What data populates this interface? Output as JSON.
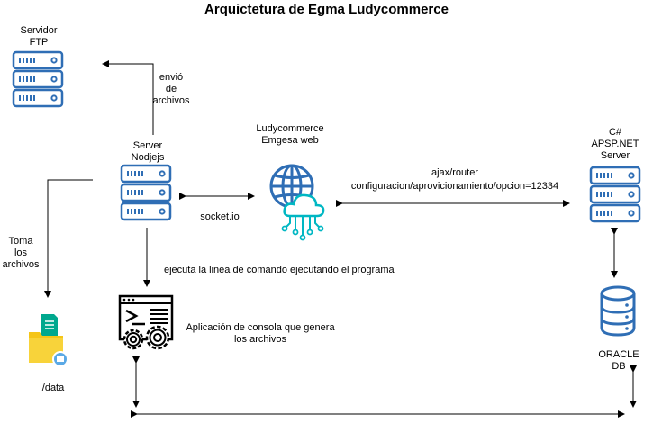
{
  "title": "Arquictetura de Egma Ludycommerce",
  "nodes": {
    "ftp": {
      "label_line1": "Servidor",
      "label_line2": "FTP"
    },
    "node_server": {
      "label_line1": "Server",
      "label_line2": "Nodjejs"
    },
    "web": {
      "label_line1": "Ludycommerce",
      "label_line2": "Emgesa web"
    },
    "aspnet": {
      "label_line1": "C#",
      "label_line2": "APSP.NET",
      "label_line3": "Server"
    },
    "console_app": {
      "label_line1": "Aplicación de consola que genera",
      "label_line2": "los archivos"
    },
    "oracle": {
      "label_line1": "ORACLE",
      "label_line2": "DB"
    },
    "data_folder": {
      "label": "/data"
    }
  },
  "edges": {
    "send_files": {
      "line1": "envió",
      "line2": "de",
      "line3": "archivos"
    },
    "socket": {
      "label": "socket.io"
    },
    "ajax": {
      "line1": "ajax/router",
      "line2": "configuracion/aprovicionamiento/opcion=12334"
    },
    "take_files": {
      "line1": "Toma",
      "line2": "los",
      "line3": "archivos"
    },
    "execute": {
      "label": "ejecuta  la linea de comando ejecutando el programa"
    }
  },
  "colors": {
    "server": "#2f6eb5",
    "cloud": "#00b7c3",
    "folder": "#f5c518",
    "folder_doc": "#00a88e"
  }
}
